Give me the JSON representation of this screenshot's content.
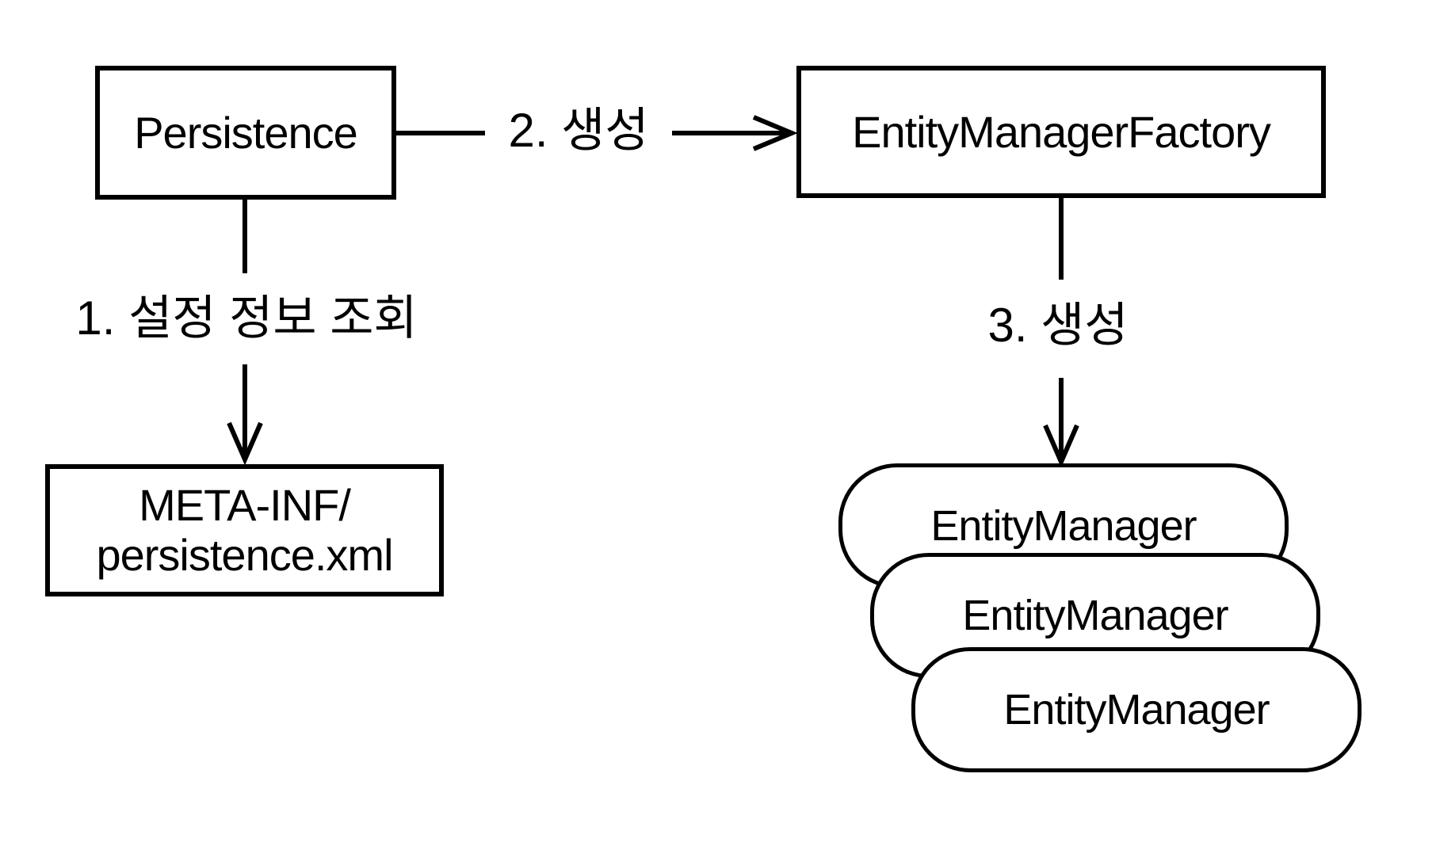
{
  "diagram": {
    "background_color": "#ffffff",
    "stroke_color": "#000000",
    "nodes": {
      "persistence": {
        "label": "Persistence",
        "shape": "rectangle"
      },
      "entity_manager_factory": {
        "label": "EntityManagerFactory",
        "shape": "rectangle"
      },
      "persistence_xml": {
        "line1": "META-INF/",
        "line2": "persistence.xml",
        "shape": "rectangle"
      },
      "entity_managers": {
        "shape": "rounded-stack",
        "labels": [
          "EntityManager",
          "EntityManager",
          "EntityManager"
        ]
      }
    },
    "edges": {
      "config_lookup": {
        "label": "1. 설정 정보 조회",
        "from": "persistence",
        "to": "persistence_xml",
        "direction": "down"
      },
      "create_factory": {
        "label": "2. 생성",
        "from": "persistence",
        "to": "entity_manager_factory",
        "direction": "right"
      },
      "create_entity_manager": {
        "label": "3. 생성",
        "from": "entity_manager_factory",
        "to": "entity_managers",
        "direction": "down"
      }
    }
  }
}
